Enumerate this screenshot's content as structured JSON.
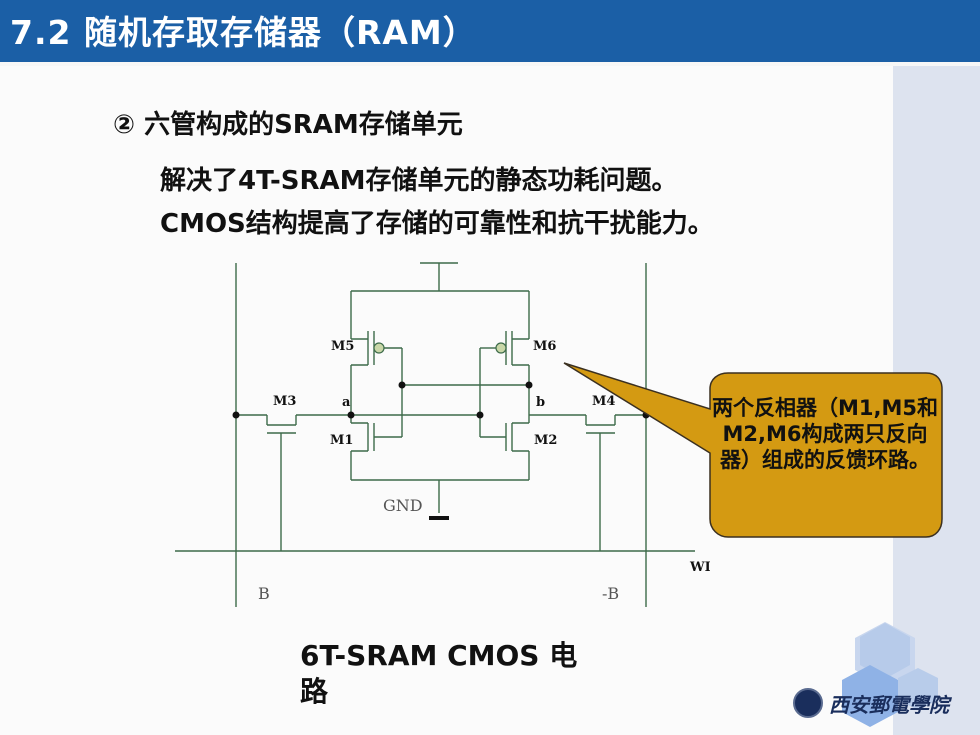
{
  "header": {
    "title": "7.2  随机存取存储器（RAM）"
  },
  "slide": {
    "subtitle": "② 六管构成的SRAM存储单元",
    "desc_line1": "解决了4T-SRAM存储单元的静态功耗问题。",
    "desc_line2": "CMOS结构提高了存储的可靠性和抗干扰能力。",
    "caption": "6T-SRAM CMOS 电路"
  },
  "circuit": {
    "labels": {
      "m5": "M5",
      "m6": "M6",
      "m3": "M3",
      "m4": "M4",
      "m1": "M1",
      "m2": "M2",
      "node_a": "a",
      "node_b": "b",
      "gnd": "GND",
      "wl": "WL",
      "bitline": "B",
      "bitline_bar": "-B"
    }
  },
  "callout": {
    "text": "两个反相器（M1,M5和M2,M6构成两只反向器）组成的反馈环路。"
  },
  "logo": {
    "icon": "university-emblem-icon",
    "text": "西安郵電學院"
  },
  "colors": {
    "header_bg": "#1b5fa6",
    "callout_fill": "#d49a12",
    "wire": "#2d5a3a"
  }
}
